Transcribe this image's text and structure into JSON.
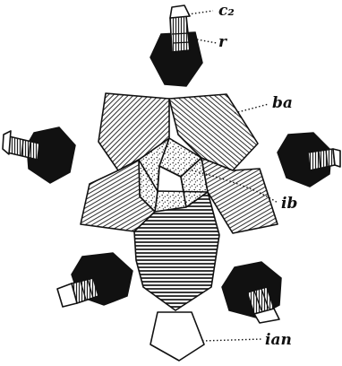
{
  "colors": {
    "ink": "#111111",
    "paper": "#ffffff",
    "hatch_ink": "#222222"
  },
  "labels": {
    "c2": "c₂",
    "r": "r",
    "ba": "ba",
    "ib": "ib",
    "ian": "ian"
  }
}
